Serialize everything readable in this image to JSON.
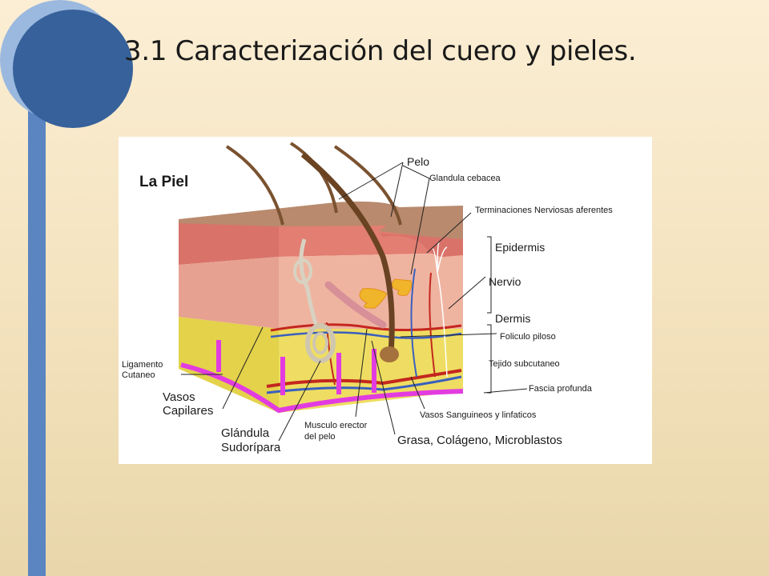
{
  "slide": {
    "title": "3.1 Caracterización del cuero y pieles."
  },
  "diagram": {
    "heading": "La Piel",
    "labels": {
      "pelo": "Pelo",
      "glandula_cebacea": "Glandula cebacea",
      "terminaciones": "Terminaciones Nerviosas aferentes",
      "epidermis": "Epidermis",
      "nervio": "Nervio",
      "dermis": "Dermis",
      "foliculo": "Foliculo piloso",
      "tejido_subcutaneo": "Tejido subcutaneo",
      "fascia": "Fascia profunda",
      "vasos_sanguineos": "Vasos Sanguineos y linfaticos",
      "grasa": "Grasa, Colágeno, Microblastos",
      "musculo_line1": "Musculo erector",
      "musculo_line2": "del pelo",
      "glandula_sud_line1": "Glándula",
      "glandula_sud_line2": "Sudorípara",
      "vasos_cap_line1": "Vasos",
      "vasos_cap_line2": "Capilares",
      "ligamento_line1": "Ligamento",
      "ligamento_line2": "Cutaneo"
    }
  },
  "colors": {
    "accent_dark": "#36619a",
    "accent_light": "#9bb8df",
    "bar": "#5a85c0",
    "skin_surface": "#b98a6e",
    "epidermis": "#d9736a",
    "dermis": "#e7a190",
    "subcutaneous": "#e3d24a",
    "fascia_marker": "#e23ce0",
    "vessel_red": "#c4271e",
    "vessel_blue": "#3a5fbf",
    "hair": "#7a5230"
  }
}
